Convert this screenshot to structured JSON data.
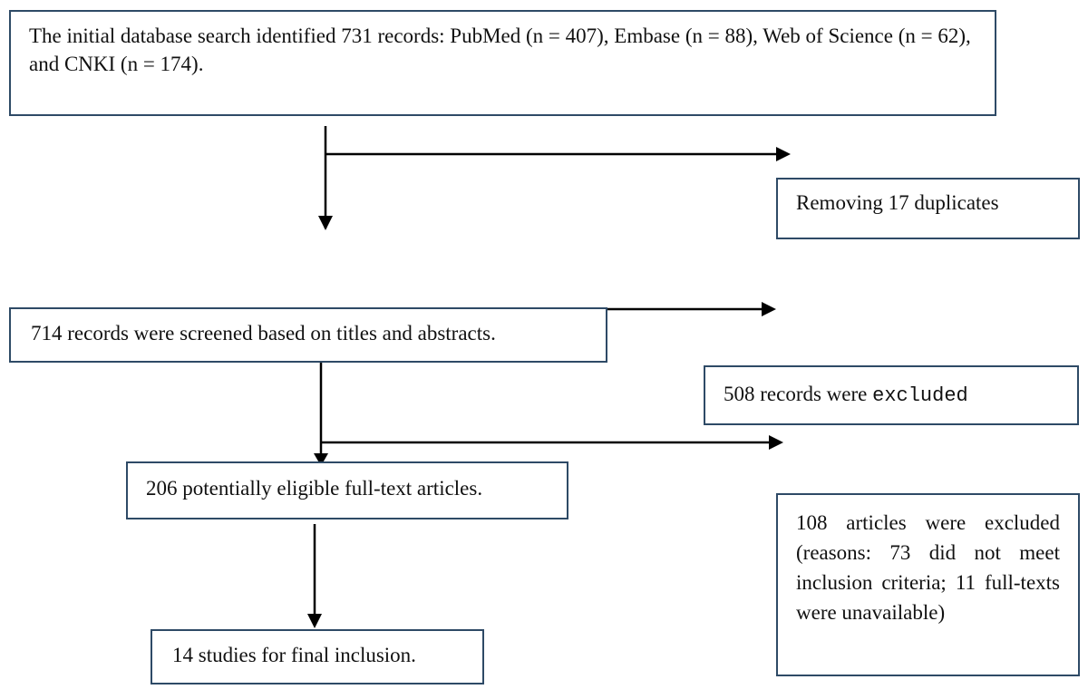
{
  "flowchart": {
    "identification": {
      "text": "The initial database search identified 731 records: PubMed (n = 407), Embase (n = 88), Web of Science (n = 62), and CNKI (n = 174)."
    },
    "duplicates": {
      "text": "Removing 17 duplicates"
    },
    "screening": {
      "text": "714 records were screened based on titles and abstracts."
    },
    "screen_excluded": {
      "text_main": "508 records were",
      "text_mono": "excluded"
    },
    "eligibility": {
      "text": "206 potentially eligible full-text articles."
    },
    "fulltext_excluded": {
      "text": "108 articles were excluded (reasons: 73 did not meet inclusion criteria; 11 full-texts were unavailable)"
    },
    "included": {
      "text": "14 studies for final inclusion."
    }
  },
  "colors": {
    "box_border": "#2e4a66",
    "arrow": "#000000"
  }
}
